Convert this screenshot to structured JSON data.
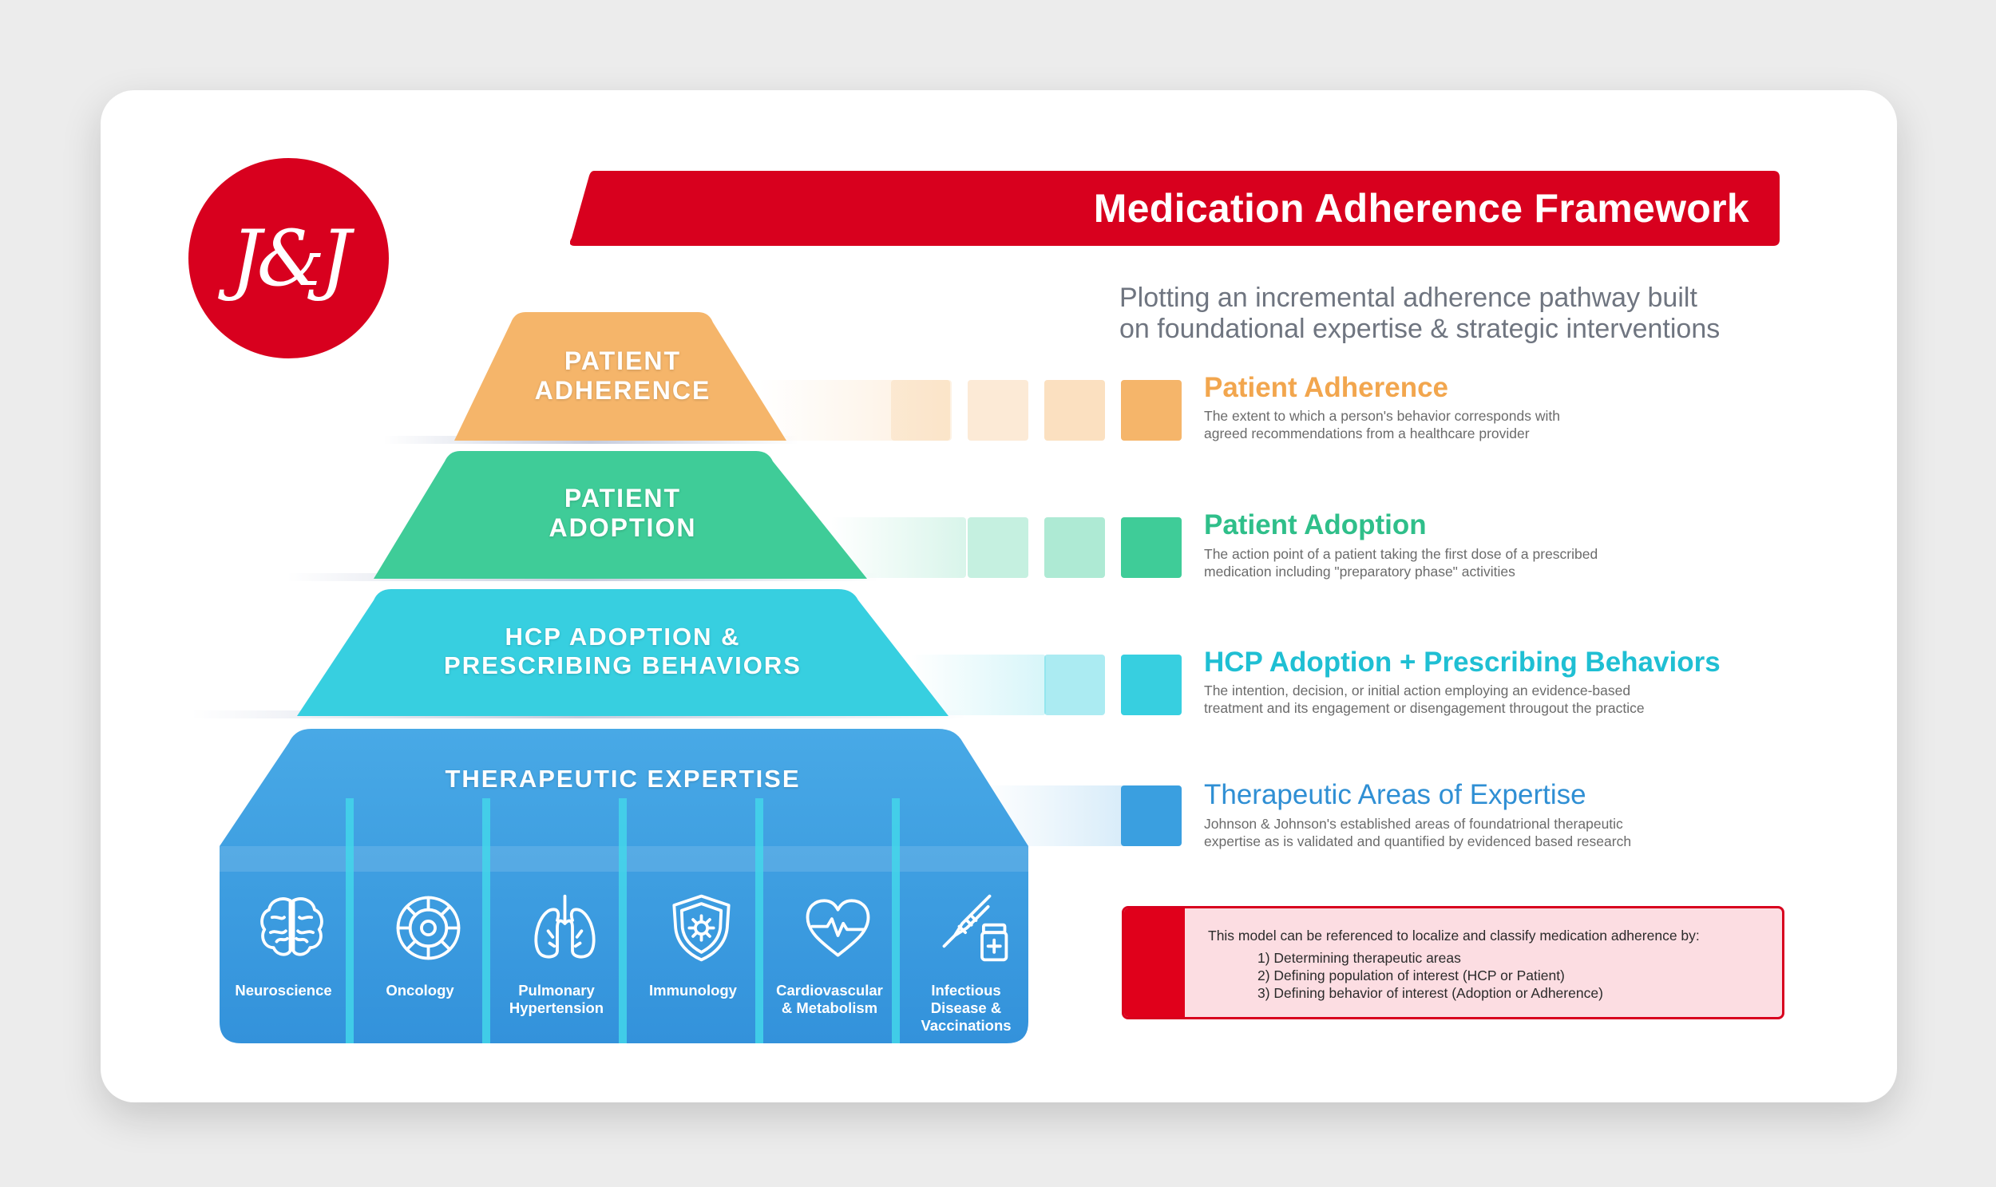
{
  "header": {
    "logo_text": "J&J",
    "title": "Medication Adherence Framework",
    "subtitle_line1": "Plotting an incremental adherence pathway built",
    "subtitle_line2": "on foundational expertise & strategic interventions"
  },
  "colors": {
    "brand_red": "#d8001e",
    "adherence": "#f5b56a",
    "adoption": "#3fcc98",
    "hcp": "#37cfe0",
    "expertise": "#3a9fe0"
  },
  "pyramid": {
    "patient_adherence": [
      "PATIENT",
      "ADHERENCE"
    ],
    "patient_adoption": [
      "PATIENT",
      "ADOPTION"
    ],
    "hcp": [
      "HCP ADOPTION &",
      "PRESCRIBING BEHAVIORS"
    ],
    "expertise": "THERAPEUTIC EXPERTISE"
  },
  "areas": [
    {
      "icon": "brain-icon",
      "label": [
        "Neuroscience"
      ]
    },
    {
      "icon": "cell-target-icon",
      "label": [
        "Oncology"
      ]
    },
    {
      "icon": "lungs-icon",
      "label": [
        "Pulmonary",
        "Hypertension"
      ]
    },
    {
      "icon": "shield-virus-icon",
      "label": [
        "Immunology"
      ]
    },
    {
      "icon": "heart-pulse-icon",
      "label": [
        "Cardiovascular",
        "& Metabolism"
      ]
    },
    {
      "icon": "syringe-vial-icon",
      "label": [
        "Infectious",
        "Disease &",
        "Vaccinations"
      ]
    }
  ],
  "legend": [
    {
      "title": "Patient Adherence",
      "desc1": "The extent to which a person's behavior corresponds with",
      "desc2": "agreed recommendations from a healthcare provider"
    },
    {
      "title": "Patient Adoption",
      "desc1": "The action point of a patient taking the first dose of a prescribed",
      "desc2": "medication including \"preparatory phase\" activities"
    },
    {
      "title": "HCP Adoption + Prescribing Behaviors",
      "desc1": "The intention, decision, or initial action employing an evidence-based",
      "desc2": "treatment and its engagement or disengagement througout the practice"
    },
    {
      "title": "Therapeutic Areas of Expertise",
      "desc1": "Johnson & Johnson's established areas of foundatrional therapeutic",
      "desc2": "expertise as is validated and quantified by evidenced based research"
    }
  ],
  "note": {
    "lead": "This model can be referenced to localize and classify medication adherence by:",
    "items": [
      "1)  Determining therapeutic areas",
      "2) Defining population of interest (HCP or Patient)",
      "3) Defining behavior of interest (Adoption or Adherence)"
    ]
  }
}
